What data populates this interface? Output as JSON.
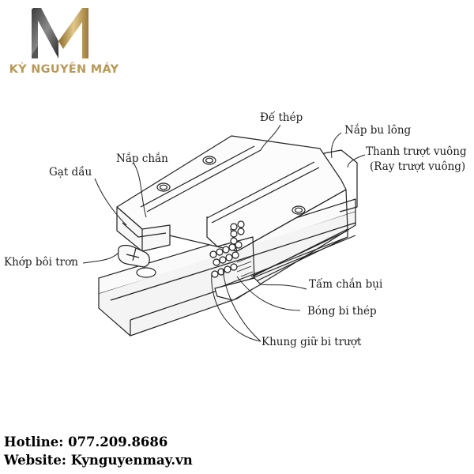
{
  "brand": {
    "name": "KỲ NGUYÊN MÁY",
    "color": "#b89a57"
  },
  "labels": {
    "de_thep": "Đế thép",
    "nap_bu_long": "Nắp bu lông",
    "thanh_truot_1": "Thanh trượt vuông",
    "thanh_truot_2": "(Ray trượt vuông)",
    "nap_chan": "Nắp chắn",
    "gat_dau": "Gạt dầu",
    "khop_boi_tron": "Khớp bôi trơn",
    "tam_chan_bui": "Tấm chắn bụi",
    "bong_bi_thep": "Bóng bi thép",
    "khung_giu": "Khung giữ bi trượt"
  },
  "contact": {
    "hotline": "Hotline: 077.209.8686",
    "website": "Website: Kynguyenmay.vn"
  }
}
